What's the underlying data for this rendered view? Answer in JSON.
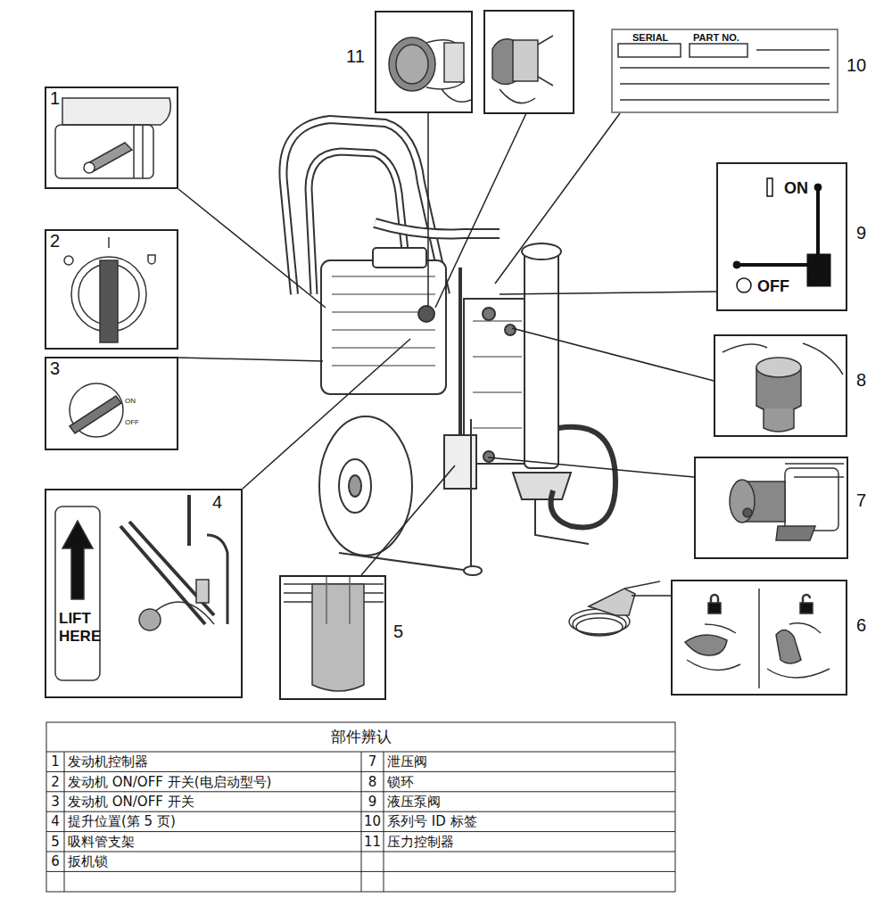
{
  "diagram": {
    "nodes": [
      {
        "text": [
          "1"
        ]
      },
      {
        "text": [
          "2"
        ]
      },
      {
        "text": [
          "3",
          "ON",
          "OFF"
        ]
      },
      {
        "text": [
          "4",
          "LIFT HERE"
        ]
      },
      {
        "text": [
          "5"
        ]
      },
      {
        "text": [
          "6"
        ]
      },
      {
        "text": [
          "7"
        ]
      },
      {
        "text": [
          "8"
        ]
      },
      {
        "text": [
          "9",
          "ON",
          "OFF"
        ]
      },
      {
        "text": [
          "10",
          "SERIAL",
          "PART NO."
        ]
      },
      {
        "text": [
          "11"
        ]
      }
    ],
    "labels": [
      "部件辨认",
      "1",
      "发动机控制器",
      "7",
      "泄压阀",
      "2",
      "发动机 ON/OFF 开关(电启动型号)",
      "8",
      "锁环",
      "3",
      "发动机 ON/OFF 开关",
      "9",
      "液压泵阀",
      "4",
      "提升位置(第 5 页)",
      "10",
      "系列号 ID 标签",
      "5",
      "吸料管支架",
      "11",
      "压力控制器",
      "6",
      "扳机锁"
    ]
  }
}
